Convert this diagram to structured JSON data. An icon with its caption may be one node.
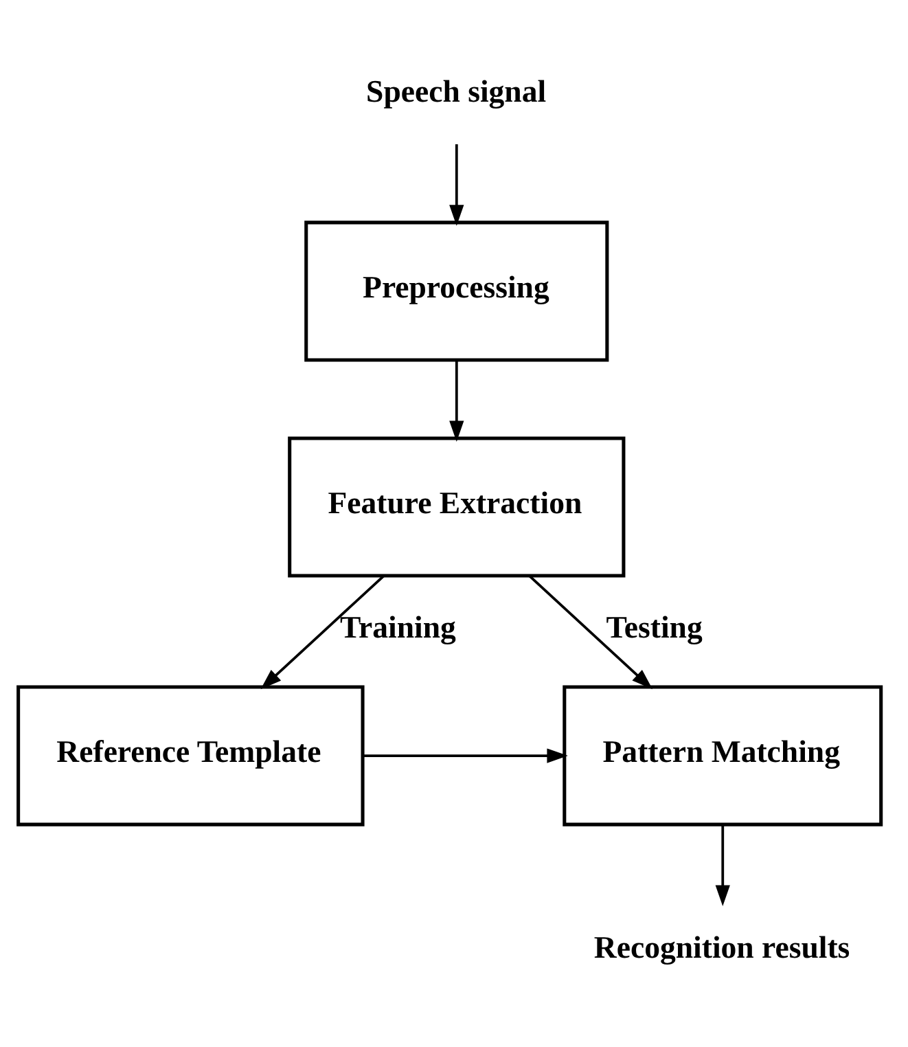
{
  "diagram": {
    "nodes": [
      {
        "text": [
          "Speech signal"
        ]
      },
      {
        "text": [
          "Preprocessing"
        ]
      },
      {
        "text": [
          "Feature Extraction"
        ]
      },
      {
        "text": [
          "Reference Template"
        ]
      },
      {
        "text": [
          "Pattern Matching"
        ]
      },
      {
        "text": [
          "Recognition results"
        ]
      }
    ],
    "edges": [
      {
        "from": 0,
        "to": 1,
        "arrow": "to"
      },
      {
        "from": 1,
        "to": 2,
        "arrow": "to"
      },
      {
        "from": 2,
        "to": 3,
        "label": "Training",
        "arrow": "to"
      },
      {
        "from": 2,
        "to": 4,
        "label": "Testing",
        "arrow": "to"
      },
      {
        "from": 3,
        "to": 4,
        "arrow": "to"
      },
      {
        "from": 4,
        "to": 5,
        "arrow": "to"
      }
    ]
  }
}
